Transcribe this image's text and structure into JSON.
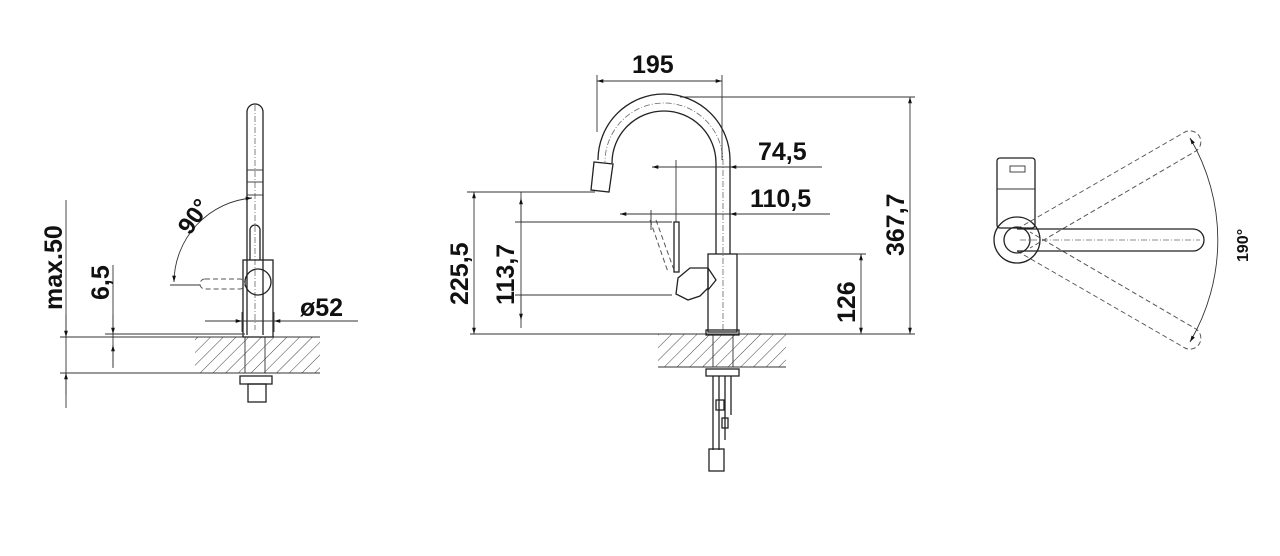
{
  "side_view": {
    "angle": "90°",
    "max_thickness": "max.50",
    "thickness": "6,5",
    "diameter": "ø52"
  },
  "front_view": {
    "spout_reach": "195",
    "lever_offset": "74,5",
    "lever_reach": "110,5",
    "spout_height": "225,5",
    "lever_height": "113,7",
    "body_height": "126",
    "total_height": "367,7"
  },
  "top_view": {
    "swivel_angle": "190°"
  },
  "colors": {
    "line": "#222222",
    "background": "#ffffff"
  }
}
